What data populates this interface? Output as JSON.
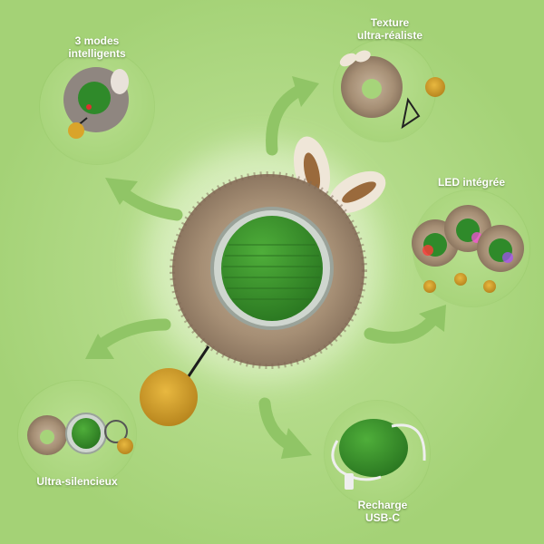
{
  "features": {
    "modes": {
      "label": "3 modes\nintelligents"
    },
    "texture": {
      "label": "Texture\nultra-réaliste"
    },
    "led": {
      "label": "LED intégrée"
    },
    "silent": {
      "label": "Ultra-silencieux"
    },
    "charge": {
      "label": "Recharge\nUSB-C"
    }
  },
  "colors": {
    "background": "#a6d47a",
    "arrow": "#8fc465",
    "fur": "#a9947c",
    "ball": "#3b8f2c",
    "pompom": "#d4a12a",
    "label_text": "#ffffff"
  }
}
